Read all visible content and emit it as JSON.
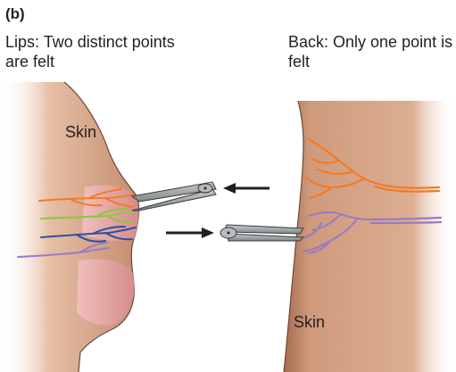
{
  "panel": {
    "label": "(b)"
  },
  "left": {
    "caption": "Lips: Two distinct points are felt",
    "skin_label": "Skin"
  },
  "right": {
    "caption": "Back: Only one point is felt",
    "skin_label": "Skin"
  },
  "colors": {
    "skin": "#d4a084",
    "lip": "#e9a7a7",
    "nerve_orange": "#f27a26",
    "nerve_green": "#8cc63f",
    "nerve_blue": "#2f4fa2",
    "nerve_purple": "#9b7bc1",
    "arrow": "#231f20",
    "caliper": "#9ea3a6"
  },
  "icons": {
    "caliper_left": "caliper-icon",
    "caliper_right": "caliper-icon",
    "arrow_left": "arrow-left-icon",
    "arrow_right": "arrow-right-icon"
  }
}
